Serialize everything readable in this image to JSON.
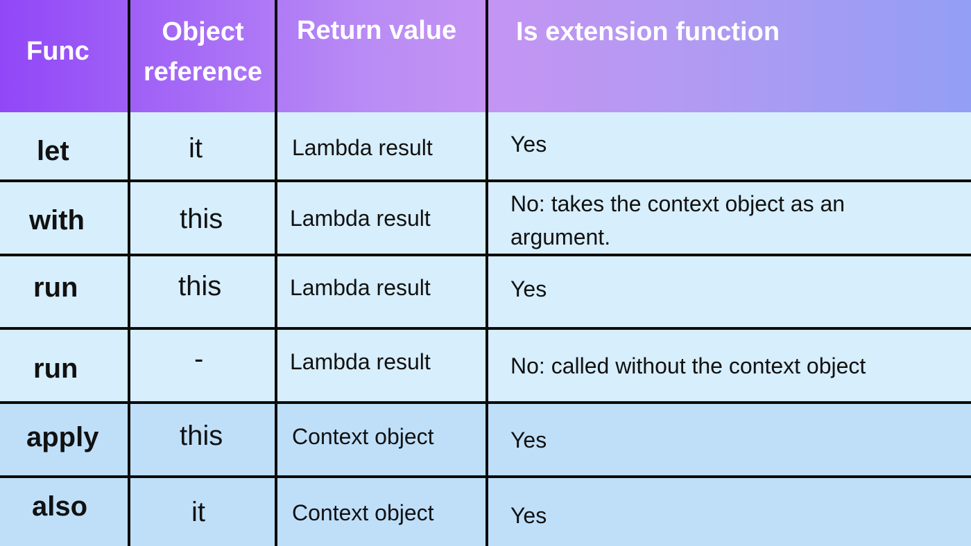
{
  "header": {
    "func": "Func",
    "object_reference": [
      "Object",
      "reference"
    ],
    "return_value": "Return value",
    "is_extension": "Is extension function"
  },
  "rows": [
    {
      "func": "let",
      "object_reference": "it",
      "return_value": "Lambda result",
      "is_extension": "Yes"
    },
    {
      "func": "with",
      "object_reference": "this",
      "return_value": "Lambda result",
      "is_extension": "No: takes the context object as an argument."
    },
    {
      "func": "run",
      "object_reference": "this",
      "return_value": "Lambda result",
      "is_extension": "Yes"
    },
    {
      "func": "run",
      "object_reference": "-",
      "return_value": "Lambda result",
      "is_extension": "No: called without the context object"
    },
    {
      "func": "apply",
      "object_reference": "this",
      "return_value": "Context object",
      "is_extension": "Yes"
    },
    {
      "func": "also",
      "object_reference": "it",
      "return_value": "Context object",
      "is_extension": "Yes"
    }
  ],
  "colors": {
    "header_gradient_start": "#9147f7",
    "header_gradient_end": "#939ef5",
    "row_light": "#d7eefc",
    "row_mid": "#bfdff9",
    "grid_lines": "#0b0b0b"
  }
}
